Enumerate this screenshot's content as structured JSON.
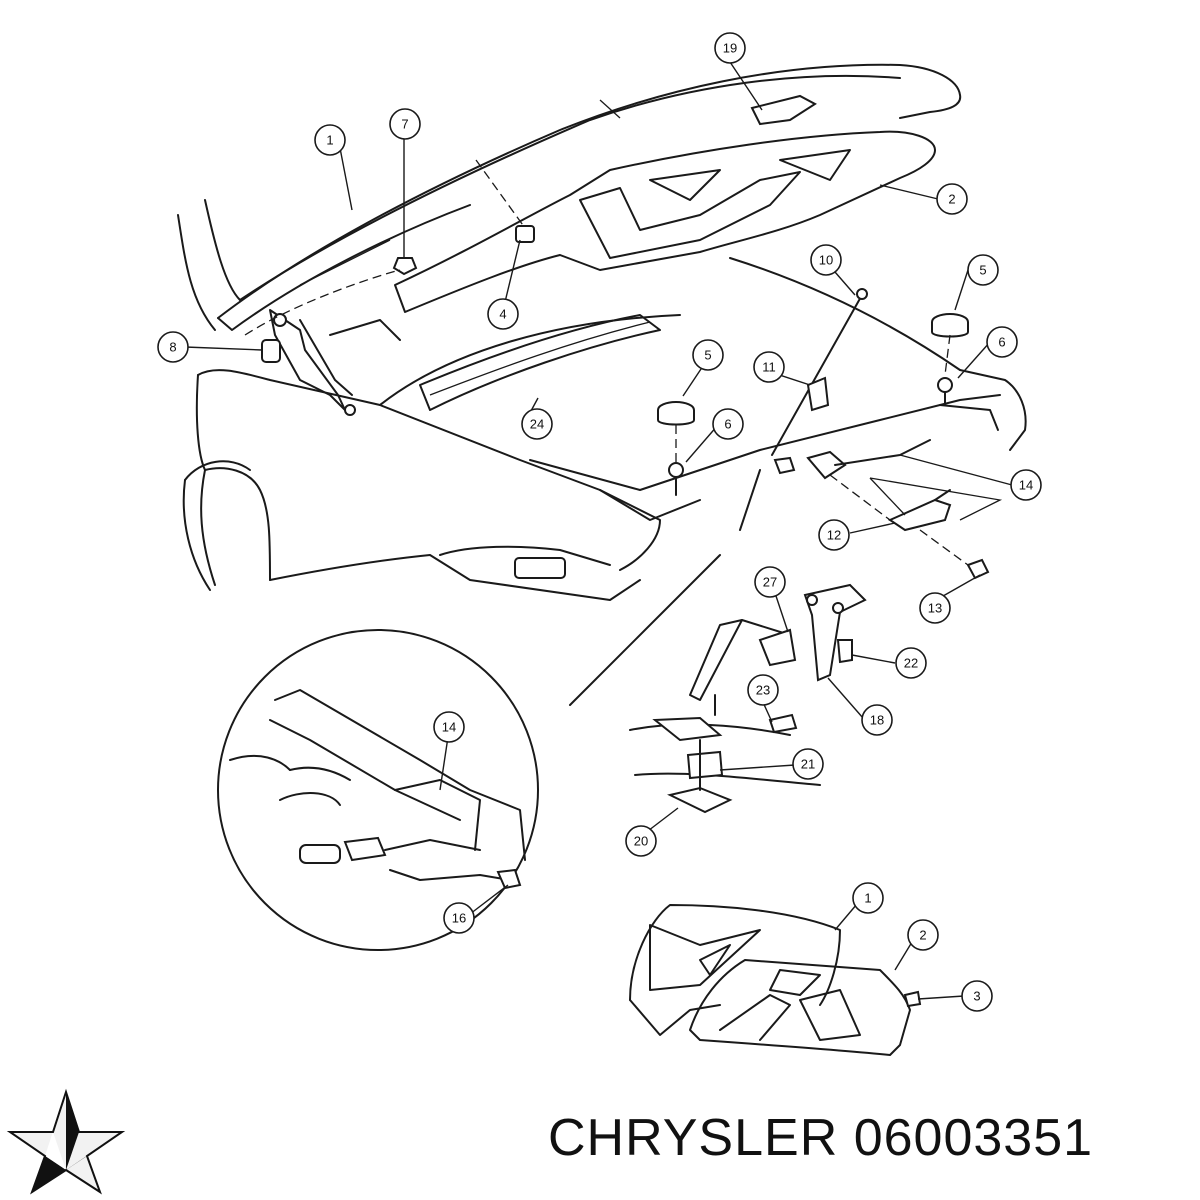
{
  "caption": {
    "brand": "CHRYSLER",
    "part_number": "06003351"
  },
  "logo": {
    "icon": "chrysler-pentastar-icon",
    "color": "#111111"
  },
  "callouts": [
    {
      "id": "c1",
      "label": "1"
    },
    {
      "id": "c7",
      "label": "7"
    },
    {
      "id": "c19",
      "label": "19"
    },
    {
      "id": "c2",
      "label": "2"
    },
    {
      "id": "c4",
      "label": "4"
    },
    {
      "id": "c8",
      "label": "8"
    },
    {
      "id": "c10",
      "label": "10"
    },
    {
      "id": "c5a",
      "label": "5"
    },
    {
      "id": "c6a",
      "label": "6"
    },
    {
      "id": "c5b",
      "label": "5"
    },
    {
      "id": "c11",
      "label": "11"
    },
    {
      "id": "c6b",
      "label": "6"
    },
    {
      "id": "c24",
      "label": "24"
    },
    {
      "id": "c14a",
      "label": "14"
    },
    {
      "id": "c12",
      "label": "12"
    },
    {
      "id": "c13",
      "label": "13"
    },
    {
      "id": "c27",
      "label": "27"
    },
    {
      "id": "c22",
      "label": "22"
    },
    {
      "id": "c23",
      "label": "23"
    },
    {
      "id": "c18",
      "label": "18"
    },
    {
      "id": "c21",
      "label": "21"
    },
    {
      "id": "c20",
      "label": "20"
    },
    {
      "id": "c14b",
      "label": "14"
    },
    {
      "id": "c16",
      "label": "16"
    },
    {
      "id": "c1b",
      "label": "1"
    },
    {
      "id": "c2b",
      "label": "2"
    },
    {
      "id": "c3",
      "label": "3"
    }
  ]
}
